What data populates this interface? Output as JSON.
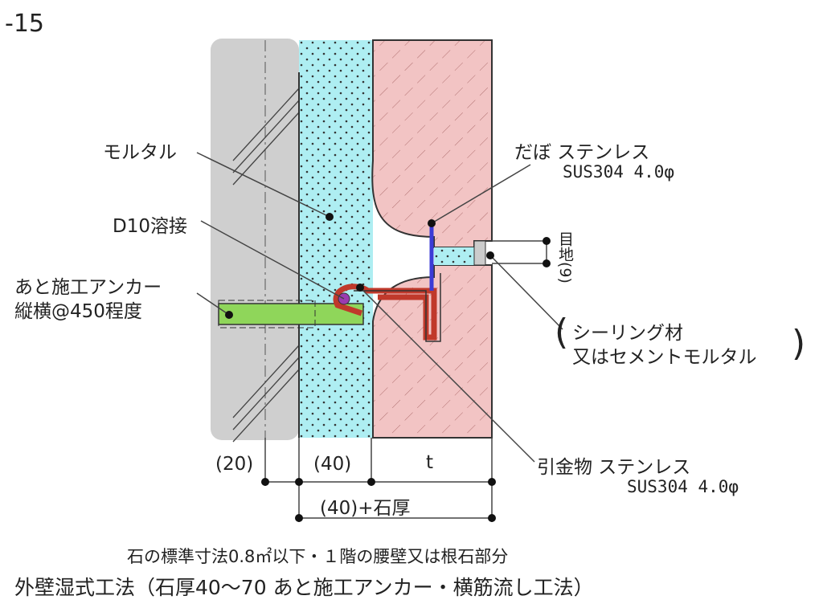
{
  "figure_no": "-15",
  "labels": {
    "mortar": "モルタル",
    "dabo": "だぼ ステンレス",
    "dabo_spec": "SUS304 4.0φ",
    "d10": "D10溶接",
    "anchor": "あと施工アンカー",
    "anchor_spacing": "縦横@450程度",
    "joint": "目地(9)",
    "sealing_1": "シーリング材",
    "sealing_2": "又はセメントモルタル",
    "hikikanamono": "引金物 ステンレス",
    "hikikanamono_spec": "SUS304 4.0φ"
  },
  "dimensions": {
    "d1": "(20)",
    "d2": "(40)",
    "d3": "t",
    "total": "(40)+石厚"
  },
  "captions": {
    "sub": "石の標準寸法0.8㎡以下・１階の腰壁又は根石部分",
    "title": "外壁湿式工法（石厚40〜70 あと施工アンカー・横筋流し工法）"
  },
  "colors": {
    "concrete": "#cfcfcf",
    "mortar": "#aeeef2",
    "stone": "#f2c4c4",
    "anchor": "#8fd65a",
    "wire": "#c0392b",
    "dowel": "#3b3bd6"
  }
}
